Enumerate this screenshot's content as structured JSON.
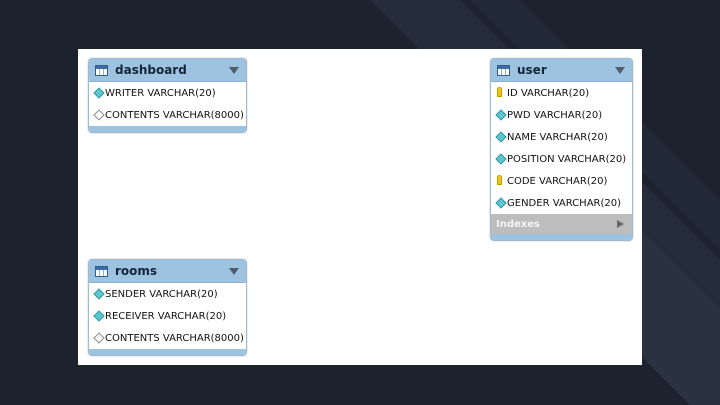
{
  "diagram": {
    "tables": [
      {
        "name": "dashboard",
        "columns": [
          {
            "label": "WRITER VARCHAR(20)",
            "icon": "diamond-filled-icon"
          },
          {
            "label": "CONTENTS VARCHAR(8000)",
            "icon": "diamond-empty-icon"
          }
        ]
      },
      {
        "name": "rooms",
        "columns": [
          {
            "label": "SENDER VARCHAR(20)",
            "icon": "diamond-filled-icon"
          },
          {
            "label": "RECEIVER VARCHAR(20)",
            "icon": "diamond-filled-icon"
          },
          {
            "label": "CONTENTS VARCHAR(8000)",
            "icon": "diamond-empty-icon"
          }
        ]
      },
      {
        "name": "user",
        "columns": [
          {
            "label": "ID VARCHAR(20)",
            "icon": "key-icon"
          },
          {
            "label": "PWD VARCHAR(20)",
            "icon": "diamond-filled-icon"
          },
          {
            "label": "NAME VARCHAR(20)",
            "icon": "diamond-filled-icon"
          },
          {
            "label": "POSITION VARCHAR(20)",
            "icon": "diamond-filled-icon"
          },
          {
            "label": "CODE VARCHAR(20)",
            "icon": "key-icon"
          },
          {
            "label": "GENDER VARCHAR(20)",
            "icon": "diamond-filled-icon"
          }
        ],
        "indexes_label": "Indexes"
      }
    ]
  }
}
